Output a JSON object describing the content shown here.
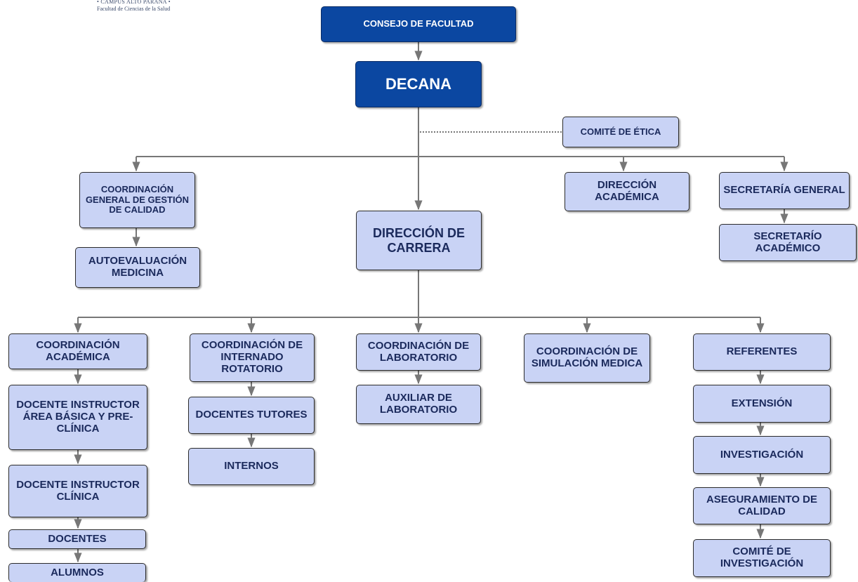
{
  "header": {
    "campus": "• CAMPUS ALTO PARANA •",
    "faculty": "Facultad de Ciencias de la Salud"
  },
  "colors": {
    "dark_box": "#0b47a1",
    "light_box": "#c9d3f5",
    "text": "#1b2a5c",
    "lines": "#777777"
  },
  "nodes": {
    "consejo": "CONSEJO DE FACULTAD",
    "decana": "DECANA",
    "comite_etica": "COMITÉ DE ÉTICA",
    "coord_calidad": "COORDINACIÓN GENERAL DE GESTIÓN DE CALIDAD",
    "autoevaluacion": "AUTOEVALUACIÓN MEDICINA",
    "direccion_academica": "DIRECCIÓN ACADÉMICA",
    "secretaria_general": "SECRETARÍA GENERAL",
    "secretario_academico": "SECRETARÍO ACADÉMICO",
    "direccion_carrera": "DIRECCIÓN DE CARRERA",
    "coord_academica": "COORDINACIÓN ACADÉMICA",
    "docente_basica": "DOCENTE INSTRUCTOR ÁREA BÁSICA Y PRE- CLÍNICA",
    "docente_clinica": "DOCENTE INSTRUCTOR CLÍNICA",
    "docentes": "DOCENTES",
    "alumnos": "ALUMNOS",
    "coord_internado": "COORDINACIÓN DE INTERNADO ROTATORIO",
    "docentes_tutores": "DOCENTES TUTORES",
    "internos": "INTERNOS",
    "coord_laboratorio": "COORDINACIÓN DE LABORATORIO",
    "auxiliar_laboratorio": "AUXILIAR DE LABORATORIO",
    "coord_simulacion": "COORDINACIÓN DE SIMULACIÓN MEDICA",
    "referentes": "REFERENTES",
    "extension": "EXTENSIÓN",
    "investigacion": "INVESTIGACIÓN",
    "aseguramiento": "ASEGURAMIENTO DE CALIDAD",
    "comite_investigacion": "COMITÉ DE INVESTIGACIÓN"
  }
}
